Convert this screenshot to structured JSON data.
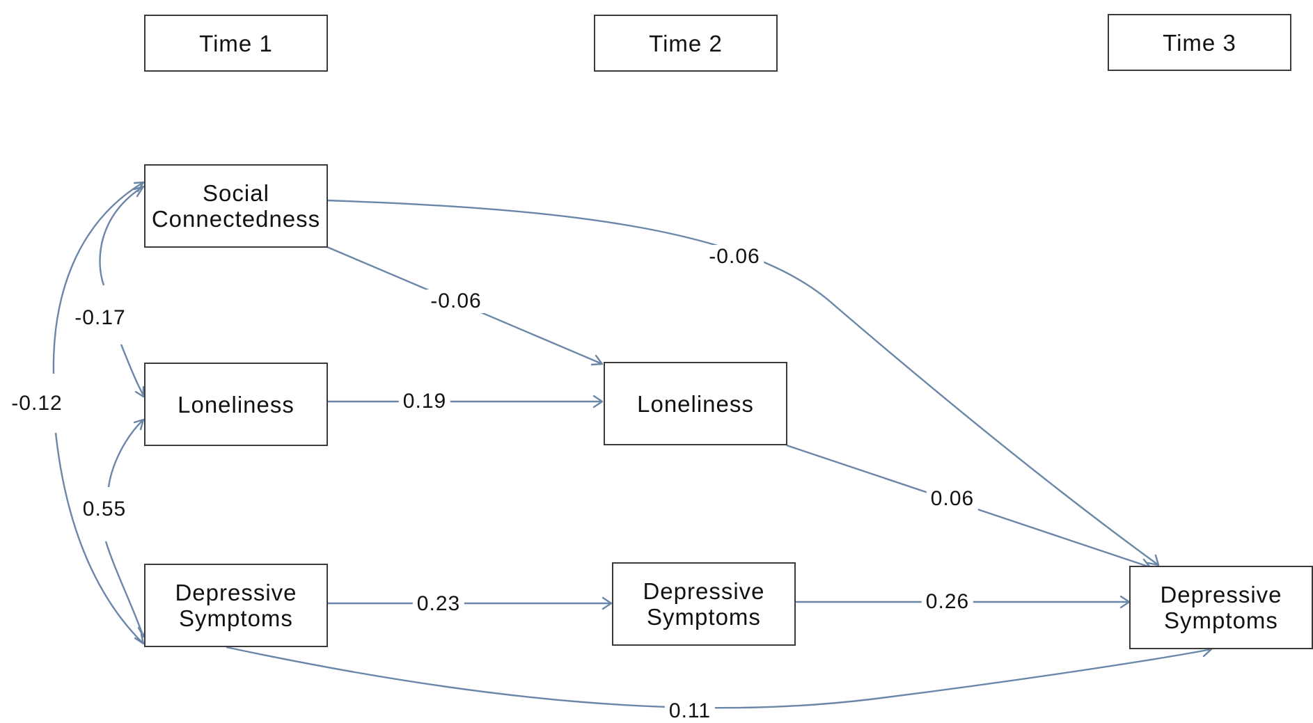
{
  "header": {
    "time1": "Time 1",
    "time2": "Time 2",
    "time3": "Time 3"
  },
  "nodes": {
    "t1_social": [
      "Social",
      "Connectedness"
    ],
    "t1_loneliness": "Loneliness",
    "t1_depressive": [
      "Depressive",
      "Symptoms"
    ],
    "t2_loneliness": "Loneliness",
    "t2_depressive": [
      "Depressive",
      "Symptoms"
    ],
    "t3_depressive": [
      "Depressive",
      "Symptoms"
    ]
  },
  "paths": {
    "cov_social_loneliness": "-0.17",
    "cov_social_depressive": "-0.12",
    "cov_loneliness_depressive": "0.55",
    "social_to_t2_loneliness": "-0.06",
    "social_to_t3_depressive": "-0.06",
    "t1_loneliness_to_t2_loneliness": "0.19",
    "t2_loneliness_to_t3_depressive": "0.06",
    "t1_depressive_to_t2_depressive": "0.23",
    "t2_depressive_to_t3_depressive": "0.26",
    "t1_depressive_to_t3_depressive": "0.11"
  },
  "colors": {
    "arrow": "#6a86a8",
    "box_border": "#3a3a3a",
    "text": "#111111"
  }
}
